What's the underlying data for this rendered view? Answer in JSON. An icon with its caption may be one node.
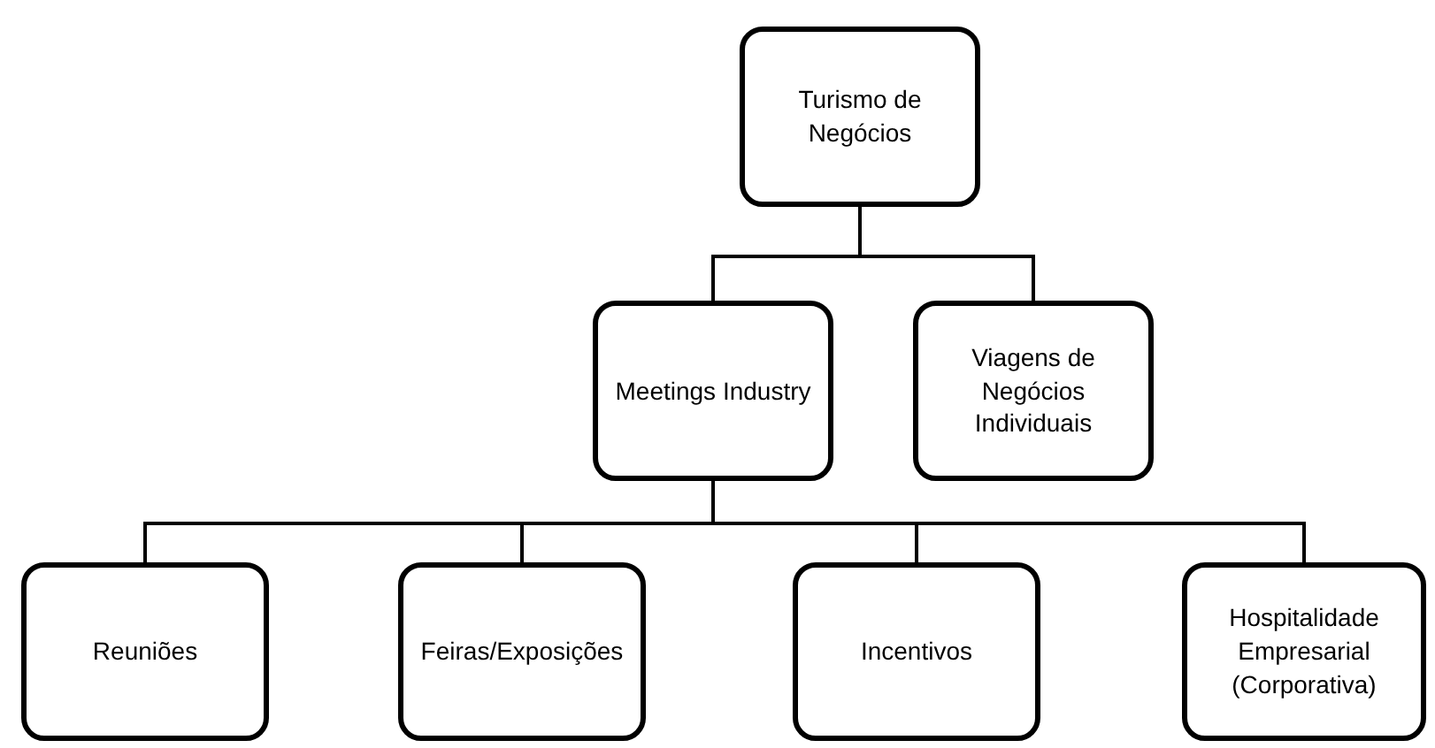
{
  "diagram": {
    "nodes": [
      {
        "text": [
          "Turismo de Negócios"
        ]
      },
      {
        "text": [
          "Meetings Industry"
        ]
      },
      {
        "text": [
          "Viagens de Negócios Individuais"
        ]
      },
      {
        "text": [
          "Reuniões"
        ]
      },
      {
        "text": [
          "Feiras/Exposições"
        ]
      },
      {
        "text": [
          "Incentivos"
        ]
      },
      {
        "text": [
          "Hospitalidade Empresarial (Corporativa)"
        ]
      }
    ],
    "edges": [
      {
        "from": 0,
        "to": 1,
        "arrow": "none"
      },
      {
        "from": 0,
        "to": 2,
        "arrow": "none"
      },
      {
        "from": 1,
        "to": 3,
        "arrow": "none"
      },
      {
        "from": 1,
        "to": 4,
        "arrow": "none"
      },
      {
        "from": 1,
        "to": 5,
        "arrow": "none"
      },
      {
        "from": 1,
        "to": 6,
        "arrow": "none"
      }
    ]
  }
}
